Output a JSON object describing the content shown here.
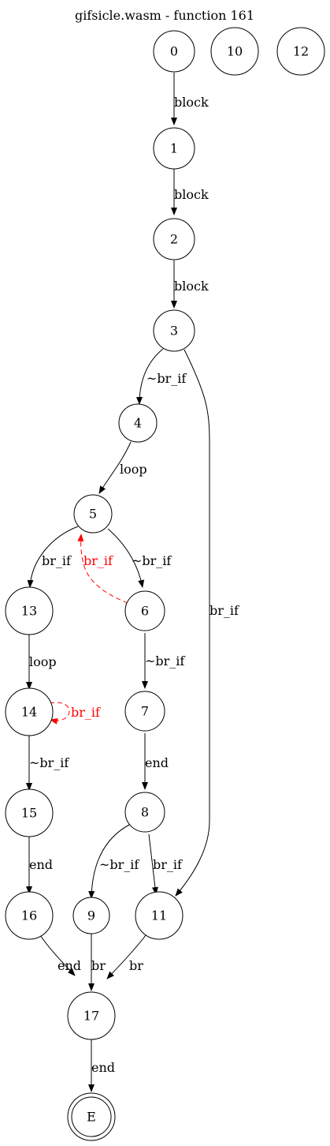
{
  "title": "gifsicle.wasm - function 161",
  "nodes": {
    "n0": "0",
    "n1": "1",
    "n2": "2",
    "n3": "3",
    "n4": "4",
    "n5": "5",
    "n6": "6",
    "n7": "7",
    "n8": "8",
    "n9": "9",
    "n10": "10",
    "n11": "11",
    "n12": "12",
    "n13": "13",
    "n14": "14",
    "n15": "15",
    "n16": "16",
    "n17": "17",
    "nE": "E"
  },
  "edges": {
    "e0_1": "block",
    "e1_2": "block",
    "e2_3": "block",
    "e3_4": "~br_if",
    "e3_11": "br_if",
    "e4_5": "loop",
    "e5_13": "br_if",
    "e6_5": "br_if",
    "e5_6": "~br_if",
    "e13_14": "loop",
    "e6_7": "~br_if",
    "e14_14": "br_if",
    "e14_15": "~br_if",
    "e7_8": "end",
    "e15_16": "end",
    "e8_9": "~br_if",
    "e8_11": "br_if",
    "e16_17": "end",
    "e9_17": "br",
    "e11_17": "br",
    "e17_E": "end"
  },
  "colors": {
    "normal": "#000000",
    "back_edge": "#ff0000"
  }
}
